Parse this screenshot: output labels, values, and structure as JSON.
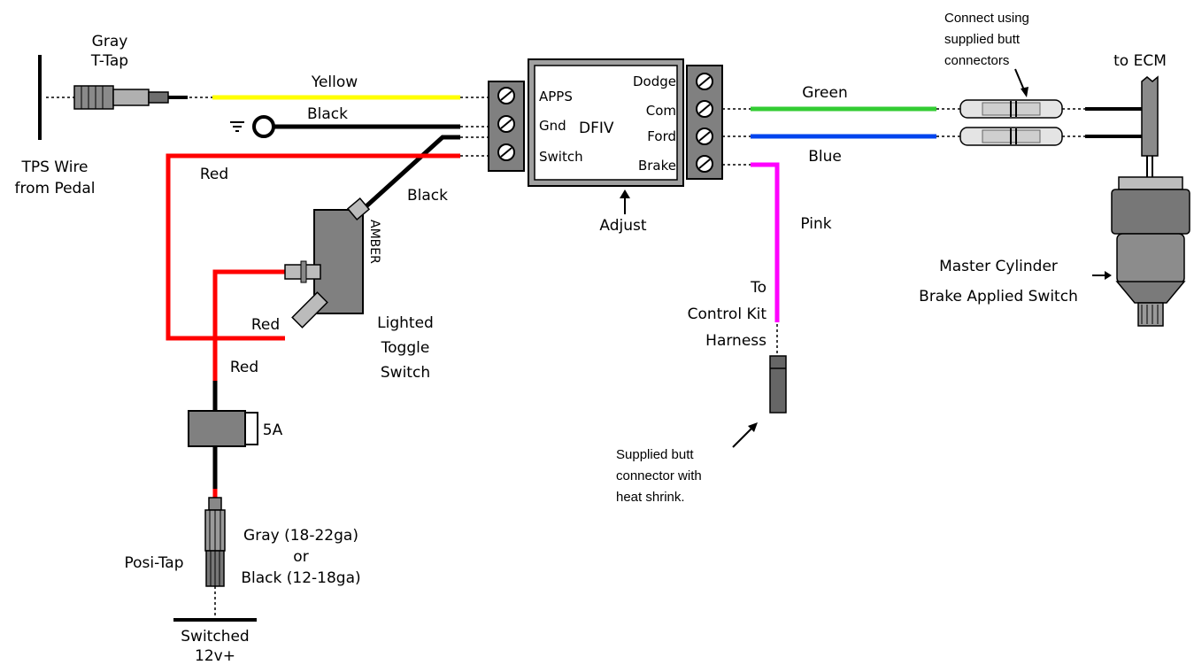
{
  "labels": {
    "tps_tap_1": "Gray",
    "tps_tap_2": "T-Tap",
    "tps_wire_1": "TPS Wire",
    "tps_wire_2": "from Pedal",
    "yellow": "Yellow",
    "black_gnd": "Black",
    "red_top": "Red",
    "black_toggle": "Black",
    "amber": "AMBER",
    "red_toggle": "Red",
    "red_left": "Red",
    "toggle_1": "Lighted",
    "toggle_2": "Toggle",
    "toggle_3": "Switch",
    "fuse": "5A",
    "posi_tap": "Posi-Tap",
    "gray_ga": "Gray (18-22ga)",
    "or": "or",
    "black_ga": "Black (12-18ga)",
    "switched_1": "Switched",
    "switched_2": "12v+",
    "dfiv_apps": "APPS",
    "dfiv_gnd": "Gnd",
    "dfiv_name": "DFIV",
    "dfiv_switch": "Switch",
    "dfiv_dodge": "Dodge",
    "dfiv_com": "Com",
    "dfiv_ford": "Ford",
    "dfiv_brake": "Brake",
    "adjust": "Adjust",
    "green": "Green",
    "blue": "Blue",
    "pink": "Pink",
    "control_1": "To",
    "control_2": "Control Kit",
    "control_3": "Harness",
    "supplied_1": "Supplied butt",
    "supplied_2": "connector with",
    "supplied_3": "heat shrink.",
    "connect_1": "Connect using",
    "connect_2": "supplied butt",
    "connect_3": "connectors",
    "to_ecm": "to ECM",
    "master_1": "Master Cylinder",
    "master_2": "Brake Applied Switch"
  },
  "colors": {
    "yellow_wire": "#ffff00",
    "black_wire": "#000000",
    "red_wire": "#ff0000",
    "green_wire": "#33cc33",
    "blue_wire": "#0044ee",
    "pink_wire": "#ff00ff",
    "component_gray": "#808080"
  }
}
